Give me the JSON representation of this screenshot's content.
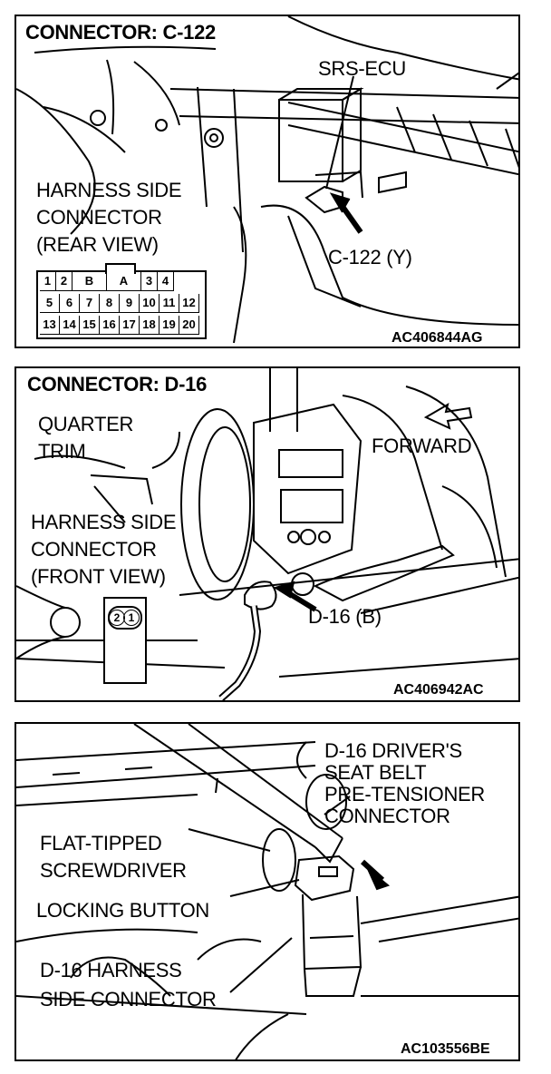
{
  "panel1": {
    "title": "CONNECTOR: C-122",
    "srs_ecu": "SRS-ECU",
    "harness_l1": "HARNESS SIDE",
    "harness_l2": "CONNECTOR",
    "harness_l3": "(REAR VIEW)",
    "connector_id": "C-122 (Y)",
    "code": "AC406844AG",
    "pins_row1": [
      "1",
      "2",
      "B",
      "A",
      "3",
      "4"
    ],
    "pins_row2": [
      "5",
      "6",
      "7",
      "8",
      "9",
      "10",
      "11",
      "12"
    ],
    "pins_row3": [
      "13",
      "14",
      "15",
      "16",
      "17",
      "18",
      "19",
      "20"
    ]
  },
  "panel2": {
    "title": "CONNECTOR: D-16",
    "quarter_l1": "QUARTER",
    "quarter_l2": "TRIM",
    "forward": "FORWARD",
    "harness_l1": "HARNESS SIDE",
    "harness_l2": "CONNECTOR",
    "harness_l3": "(FRONT VIEW)",
    "connector_id": "D-16 (B)",
    "code": "AC406942AC",
    "pins": [
      "2",
      "1"
    ]
  },
  "panel3": {
    "d16_l1": "D-16 DRIVER'S",
    "d16_l2": "SEAT BELT",
    "d16_l3": "PRE-TENSIONER",
    "d16_l4": "CONNECTOR",
    "flat_l1": "FLAT-TIPPED",
    "flat_l2": "SCREWDRIVER",
    "locking": "LOCKING BUTTON",
    "harness_l1": "D-16 HARNESS",
    "harness_l2": "SIDE CONNECTOR",
    "code": "AC103556BE"
  }
}
